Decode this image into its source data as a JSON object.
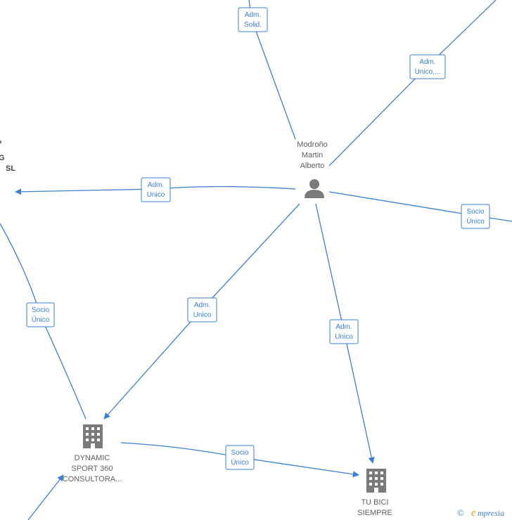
{
  "nodes": {
    "person": {
      "name": [
        "Modroño",
        "Martin",
        "Alberto"
      ],
      "icon": "person-icon"
    },
    "company_left": {
      "name": [
        "G",
        "SL"
      ],
      "icon": "building-icon"
    },
    "dynamic_sport": {
      "name": [
        "DYNAMIC",
        "SPORT 360",
        "CONSULTORA..."
      ],
      "icon": "building-icon"
    },
    "tu_bici": {
      "name": [
        "TU BICI",
        "SIEMPRE"
      ],
      "icon": "building-icon"
    }
  },
  "edges": {
    "adm_solid": [
      "Adm.",
      "Solid."
    ],
    "adm_unico_top": [
      "Adm.",
      "Unico,..."
    ],
    "adm_unico_left": [
      "Adm.",
      "Unico"
    ],
    "socio_unico_right": [
      "Socio",
      "Único"
    ],
    "adm_unico_center": [
      "Adm.",
      "Unico"
    ],
    "adm_unico_tubici": [
      "Adm.",
      "Unico"
    ],
    "socio_unico_left": [
      "Socio",
      "Único"
    ],
    "socio_unico_bottom": [
      "Socio",
      "Único"
    ]
  },
  "watermark": {
    "copyright": "©",
    "brand_initial": "e",
    "brand_rest": "mpresia"
  },
  "colors": {
    "edge": "#3a7fd5",
    "icon": "#7a7a7a",
    "brand_accent": "#f29a1f"
  }
}
